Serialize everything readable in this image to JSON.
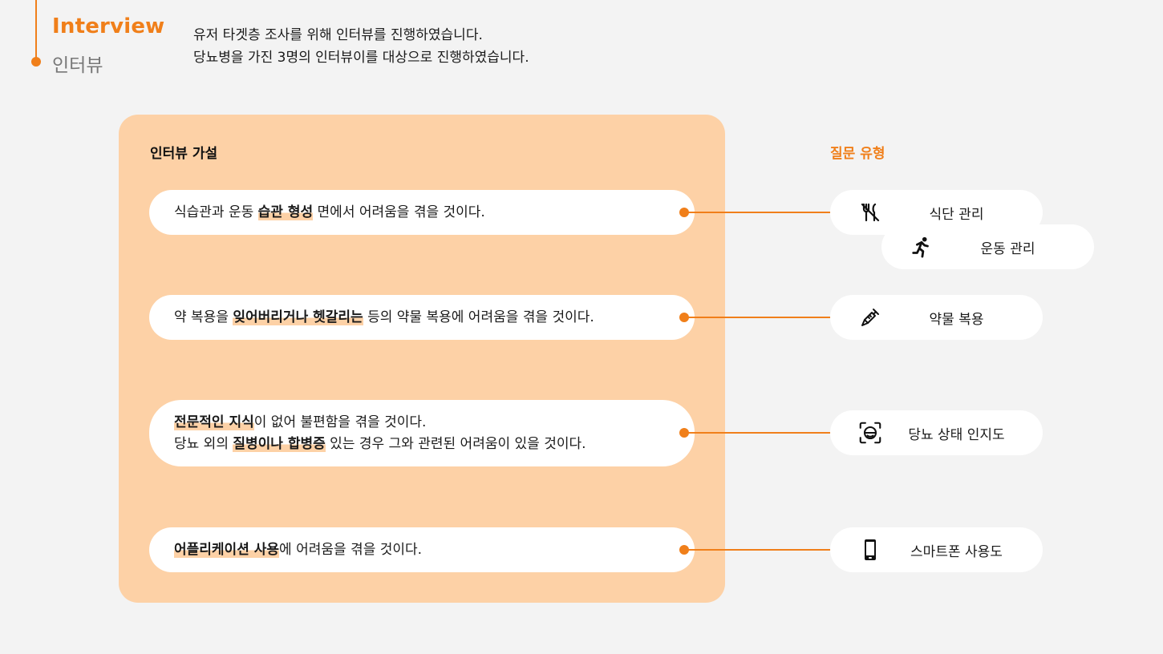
{
  "header": {
    "title_en": "Interview",
    "title_ko": "인터뷰",
    "intro_lines": [
      "유저 타겟층 조사를 위해 인터뷰를 진행하였습니다.",
      "당뇨병을 가진 3명의 인터뷰이를 대상으로 진행하였습니다."
    ]
  },
  "hypotheses": {
    "heading": "인터뷰 가설",
    "items": [
      {
        "before": "식습관과 운동 ",
        "highlight": "습관 형성",
        "after": " 면에서 어려움을 겪을 것이다."
      },
      {
        "before": "약 복용을 ",
        "highlight": "잊어버리거나 헷갈리는",
        "after": " 등의 약물 복용에 어려움을 겪을 것이다."
      },
      {
        "line1_highlight": "전문적인 지식",
        "line1_after": "이 없어 불편함을 겪을 것이다.",
        "line2_before": "당뇨 외의 ",
        "line2_highlight": "질병이나 합병증",
        "line2_after": " 있는 경우 그와 관련된 어려움이 있을 것이다."
      },
      {
        "highlight": "어플리케이션 사용",
        "after": "에 어려움을 겪을 것이다."
      }
    ]
  },
  "question_types": {
    "heading": "질문 유형",
    "items": [
      {
        "label": "식단 관리",
        "icon": "no-food-icon"
      },
      {
        "label": "운동 관리",
        "icon": "running-icon"
      },
      {
        "label": "약물 복용",
        "icon": "syringe-icon"
      },
      {
        "label": "당뇨 상태 인지도",
        "icon": "face-scan-icon"
      },
      {
        "label": "스마트폰 사용도",
        "icon": "smartphone-icon"
      }
    ]
  },
  "colors": {
    "accent": "#f07f1a",
    "panel": "#fdd1a6",
    "background": "#f3f3f3",
    "card": "#ffffff"
  }
}
